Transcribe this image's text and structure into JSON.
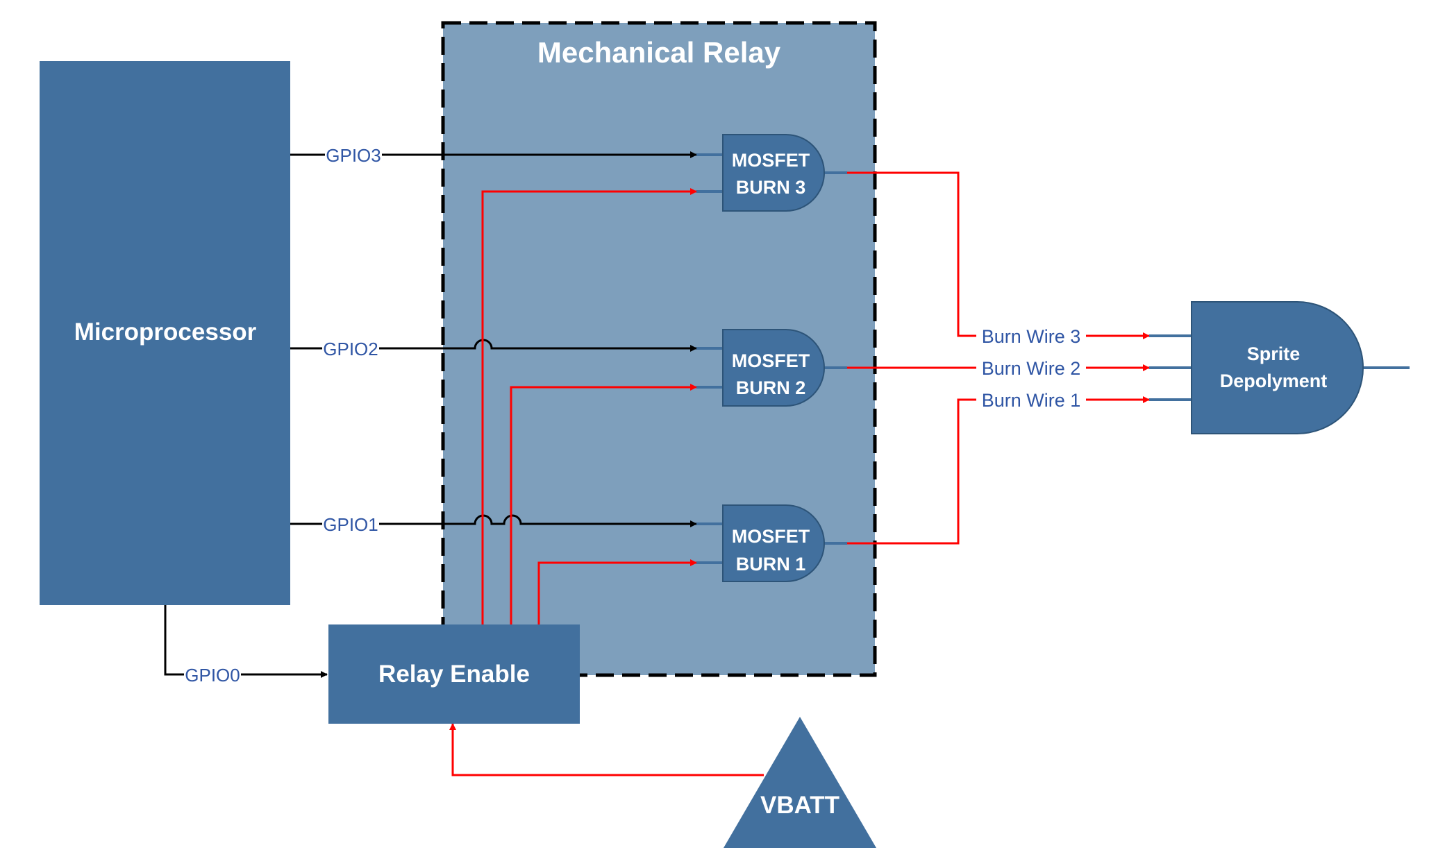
{
  "colors": {
    "block_fill": "#42709e",
    "relay_fill": "#7e9fbc",
    "signal_line": "#000000",
    "power_line": "#ff0000",
    "label_text": "#2f55a4",
    "block_text": "#ffffff"
  },
  "relay": {
    "title": "Mechanical Relay"
  },
  "microprocessor": {
    "label": "Microprocessor"
  },
  "relay_enable": {
    "label": "Relay Enable"
  },
  "vbatt": {
    "label": "VBATT"
  },
  "mosfets": [
    {
      "line1": "MOSFET",
      "line2": "BURN 3"
    },
    {
      "line1": "MOSFET",
      "line2": "BURN 2"
    },
    {
      "line1": "MOSFET",
      "line2": "BURN 1"
    }
  ],
  "gpio": {
    "gpio3": "GPIO3",
    "gpio2": "GPIO2",
    "gpio1": "GPIO1",
    "gpio0": "GPIO0"
  },
  "burn_wires": [
    "Burn Wire 3",
    "Burn Wire 2",
    "Burn Wire 1"
  ],
  "sprite": {
    "line1": "Sprite",
    "line2": "Depolyment"
  }
}
